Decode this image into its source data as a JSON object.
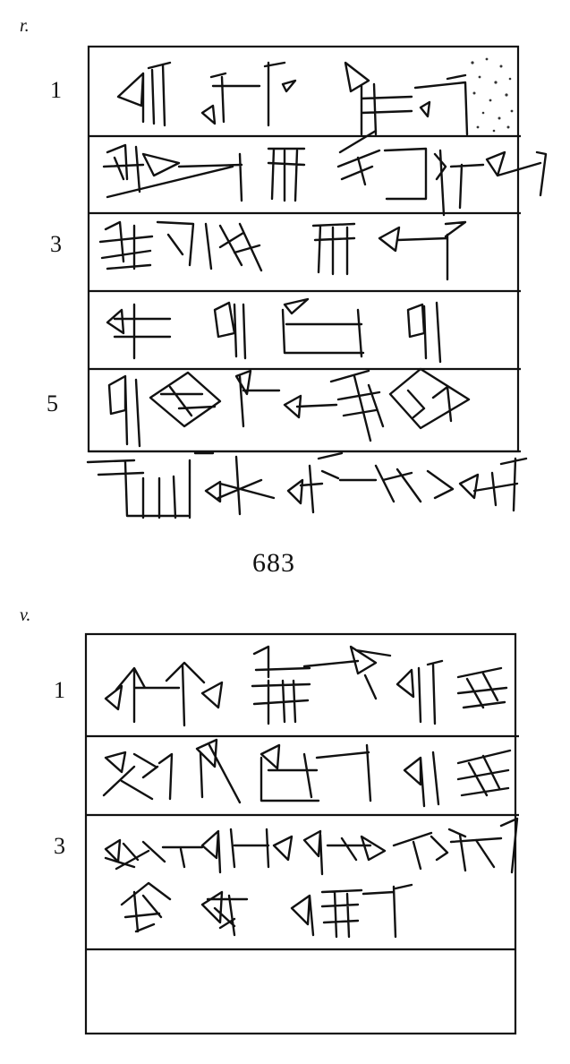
{
  "obverse": {
    "side_label": "r.",
    "line_numbers": [
      "1",
      "3",
      "5"
    ]
  },
  "tablet_number": "683",
  "reverse": {
    "side_label": "v.",
    "line_numbers": [
      "1",
      "3"
    ]
  },
  "icons": {
    "cuneiform": "cuneiform-sign-icon",
    "damage": "damaged-surface-icon"
  }
}
